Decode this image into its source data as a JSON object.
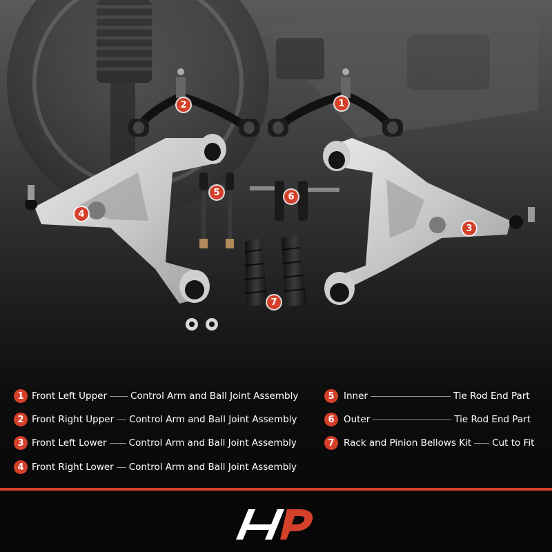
{
  "callouts": [
    "1",
    "2",
    "3",
    "4",
    "5",
    "6",
    "7"
  ],
  "legend": [
    {
      "num": "1",
      "left": "Front Left Upper",
      "right": "Control Arm and Ball Joint Assembly"
    },
    {
      "num": "2",
      "left": "Front Right Upper",
      "right": "Control Arm and Ball Joint Assembly"
    },
    {
      "num": "3",
      "left": "Front Left Lower",
      "right": "Control Arm and Ball Joint Assembly"
    },
    {
      "num": "4",
      "left": "Front Right Lower",
      "right": "Control Arm and Ball Joint Assembly"
    },
    {
      "num": "5",
      "left": "Inner",
      "right": "Tie Rod End Part"
    },
    {
      "num": "6",
      "left": "Outer",
      "right": "Tie Rod End Part"
    },
    {
      "num": "7",
      "left": "Rack and Pinion Bellows Kit",
      "right": "Cut to Fit"
    }
  ],
  "colors": {
    "accent": "#d5402a",
    "text": "#ffffff"
  },
  "icons": [
    "brand-logo-icon"
  ]
}
